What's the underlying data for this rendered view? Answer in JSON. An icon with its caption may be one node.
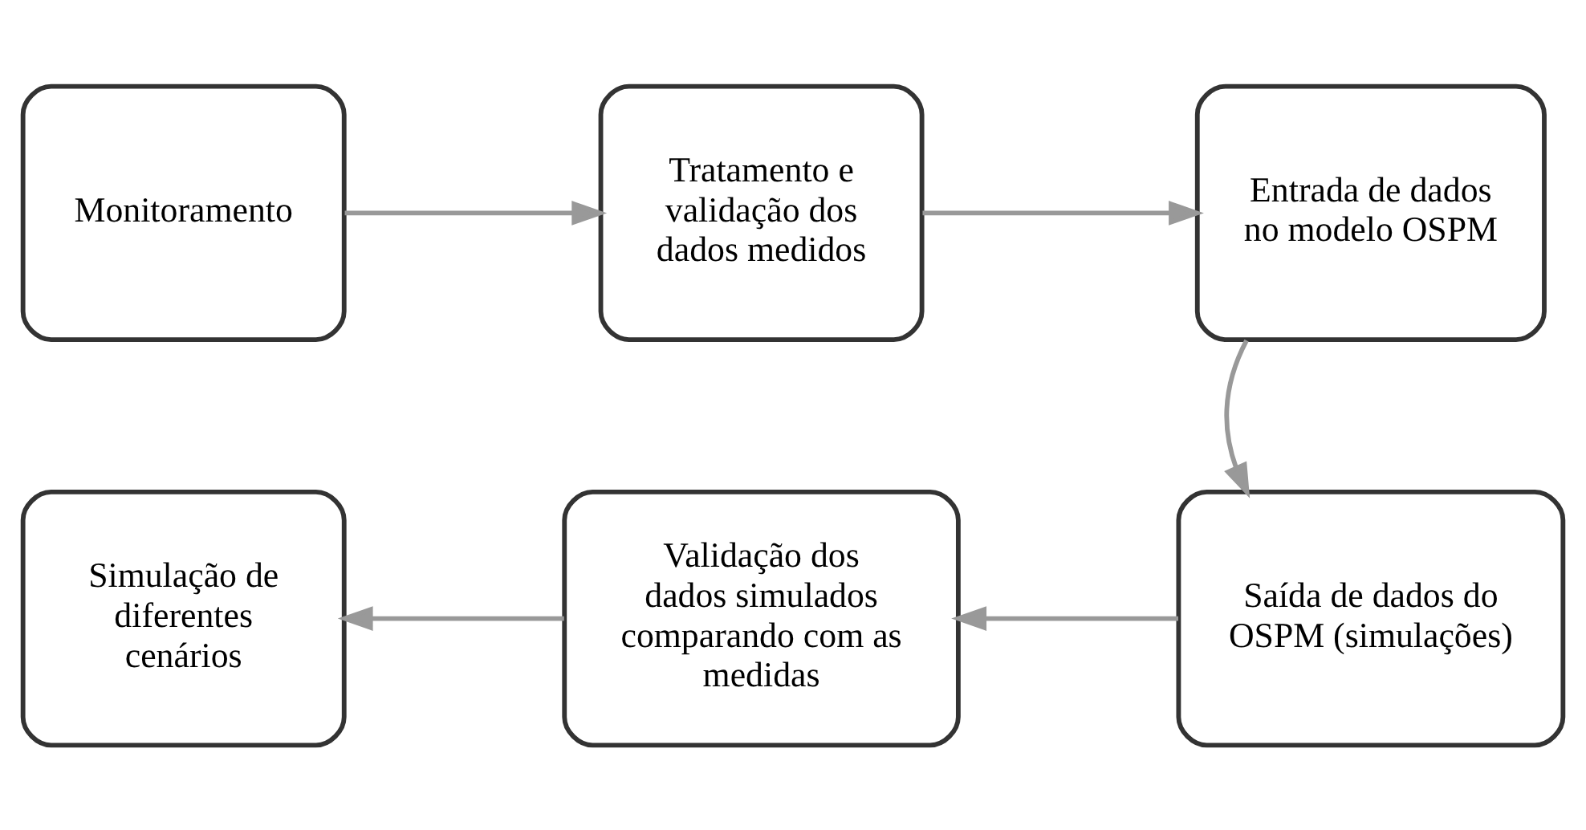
{
  "diagram": {
    "nodes": [
      {
        "text": [
          "Monitoramento"
        ]
      },
      {
        "text": [
          "Tratamento e validação dos dados medidos"
        ]
      },
      {
        "text": [
          "Entrada de dados no modelo OSPM"
        ]
      },
      {
        "text": [
          "Saída de dados do OSPM (simulações)"
        ]
      },
      {
        "text": [
          "Validação dos dados simulados comparando com as medidas"
        ]
      },
      {
        "text": [
          "Simulação de diferentes cenários"
        ]
      }
    ],
    "edges": [
      {
        "from": 0,
        "to": 1,
        "arrow": "to"
      },
      {
        "from": 1,
        "to": 2,
        "arrow": "to"
      },
      {
        "from": 2,
        "to": 3,
        "arrow": "to"
      },
      {
        "from": 3,
        "to": 4,
        "arrow": "to"
      },
      {
        "from": 4,
        "to": 5,
        "arrow": "to"
      }
    ]
  }
}
